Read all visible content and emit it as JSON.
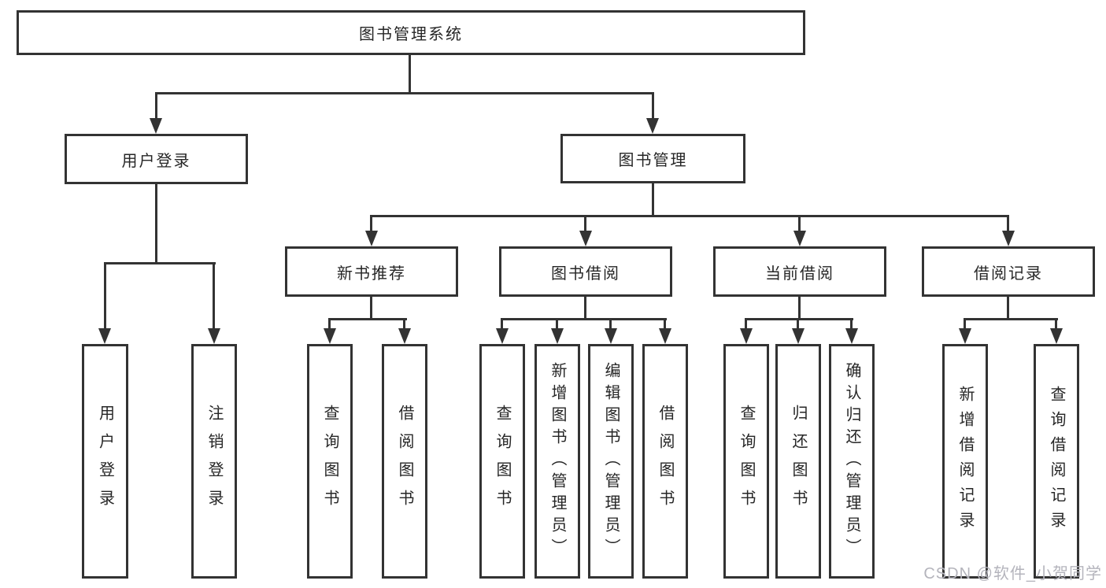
{
  "diagram": {
    "root": {
      "label": "图书管理系统",
      "children": [
        {
          "label": "用户登录",
          "children": [
            {
              "label": "用户登录"
            },
            {
              "label": "注销登录"
            }
          ]
        },
        {
          "label": "图书管理",
          "children": [
            {
              "label": "新书推荐",
              "children": [
                {
                  "label": "查询图书"
                },
                {
                  "label": "借阅图书"
                }
              ]
            },
            {
              "label": "图书借阅",
              "children": [
                {
                  "label": "查询图书"
                },
                {
                  "label": "新增图书（管理员）"
                },
                {
                  "label": "编辑图书（管理员）"
                },
                {
                  "label": "借阅图书"
                }
              ]
            },
            {
              "label": "当前借阅",
              "children": [
                {
                  "label": "查询图书"
                },
                {
                  "label": "归还图书"
                },
                {
                  "label": "确认归还（管理员）"
                }
              ]
            },
            {
              "label": "借阅记录",
              "children": [
                {
                  "label": "新增借阅记录"
                },
                {
                  "label": "查询借阅记录"
                }
              ]
            }
          ]
        }
      ]
    }
  },
  "watermark": "CSDN @软件_小贺同学",
  "colors": {
    "line": "#333333",
    "box_fill": "#ffffff",
    "text": "#262626",
    "watermark": "#b4b4bc",
    "background": "#ffffff"
  }
}
